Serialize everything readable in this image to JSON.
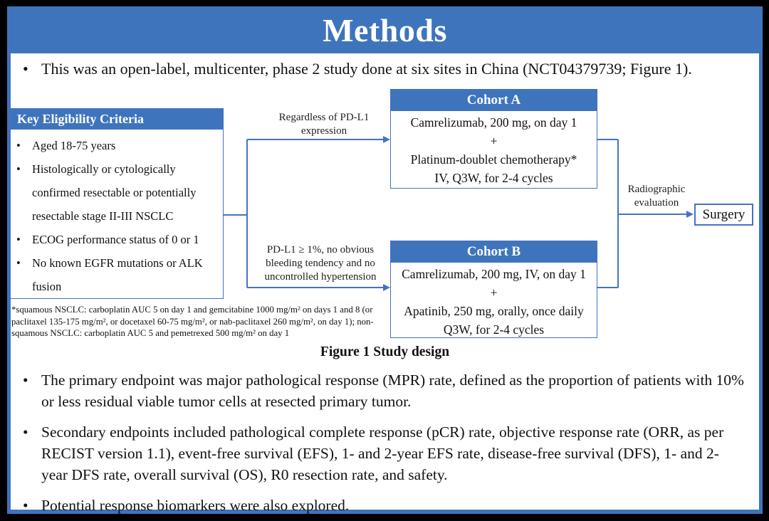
{
  "slide": {
    "title": "Methods",
    "intro_bullet": "This was an open-label, multicenter, phase 2 study done at six sites in China (NCT04379739; Figure 1).",
    "colors": {
      "banner_blue": "#3E74BC",
      "connector_blue": "#4472C4",
      "background": "#000000",
      "panel": "#ffffff"
    }
  },
  "figure": {
    "caption": "Figure 1 Study design",
    "eligibility": {
      "header": "Key Eligibility Criteria",
      "items": [
        "Aged 18-75 years",
        "Histologically or cytologically confirmed resectable or potentially resectable stage II-III NSCLC",
        "ECOG performance status of 0 or 1",
        "No known EGFR mutations or ALK fusion"
      ]
    },
    "branch_labels": {
      "to_cohort_a": "Regardless of PD-L1 expression",
      "to_cohort_b": "PD-L1 ≥ 1%, no obvious bleeding tendency and no uncontrolled hypertension",
      "to_surgery": "Radiographic evaluation"
    },
    "cohort_a": {
      "header": "Cohort A",
      "lines": [
        "Camrelizumab, 200 mg, on day 1",
        "+",
        "Platinum-doublet chemotherapy*",
        "IV, Q3W, for 2-4 cycles"
      ]
    },
    "cohort_b": {
      "header": "Cohort B",
      "lines": [
        "Camrelizumab, 200 mg, IV, on day 1",
        "+",
        "Apatinib, 250 mg, orally, once daily",
        "Q3W, for 2-4 cycles"
      ]
    },
    "surgery_box": "Surgery",
    "footnote": "*squamous NSCLC: carboplatin AUC 5 on day 1 and gemcitabine 1000 mg/m² on days 1 and 8 (or paclitaxel 135-175 mg/m², or docetaxel 60-75 mg/m², or nab-paclitaxel 260 mg/m², on day 1); non-squamous NSCLC: carboplatin AUC 5 and pemetrexed 500 mg/m² on day 1"
  },
  "bullets": [
    "The primary endpoint was major pathological response (MPR) rate, defined as the proportion of patients with 10% or less residual viable tumor cells at resected primary tumor.",
    "Secondary endpoints included pathological complete response (pCR) rate, objective response rate (ORR, as per RECIST version 1.1), event-free survival (EFS), 1- and 2-year EFS rate, disease-free survival (DFS), 1- and 2-year DFS rate, overall survival (OS), R0 resection rate, and safety.",
    "Potential response biomarkers were also explored."
  ]
}
